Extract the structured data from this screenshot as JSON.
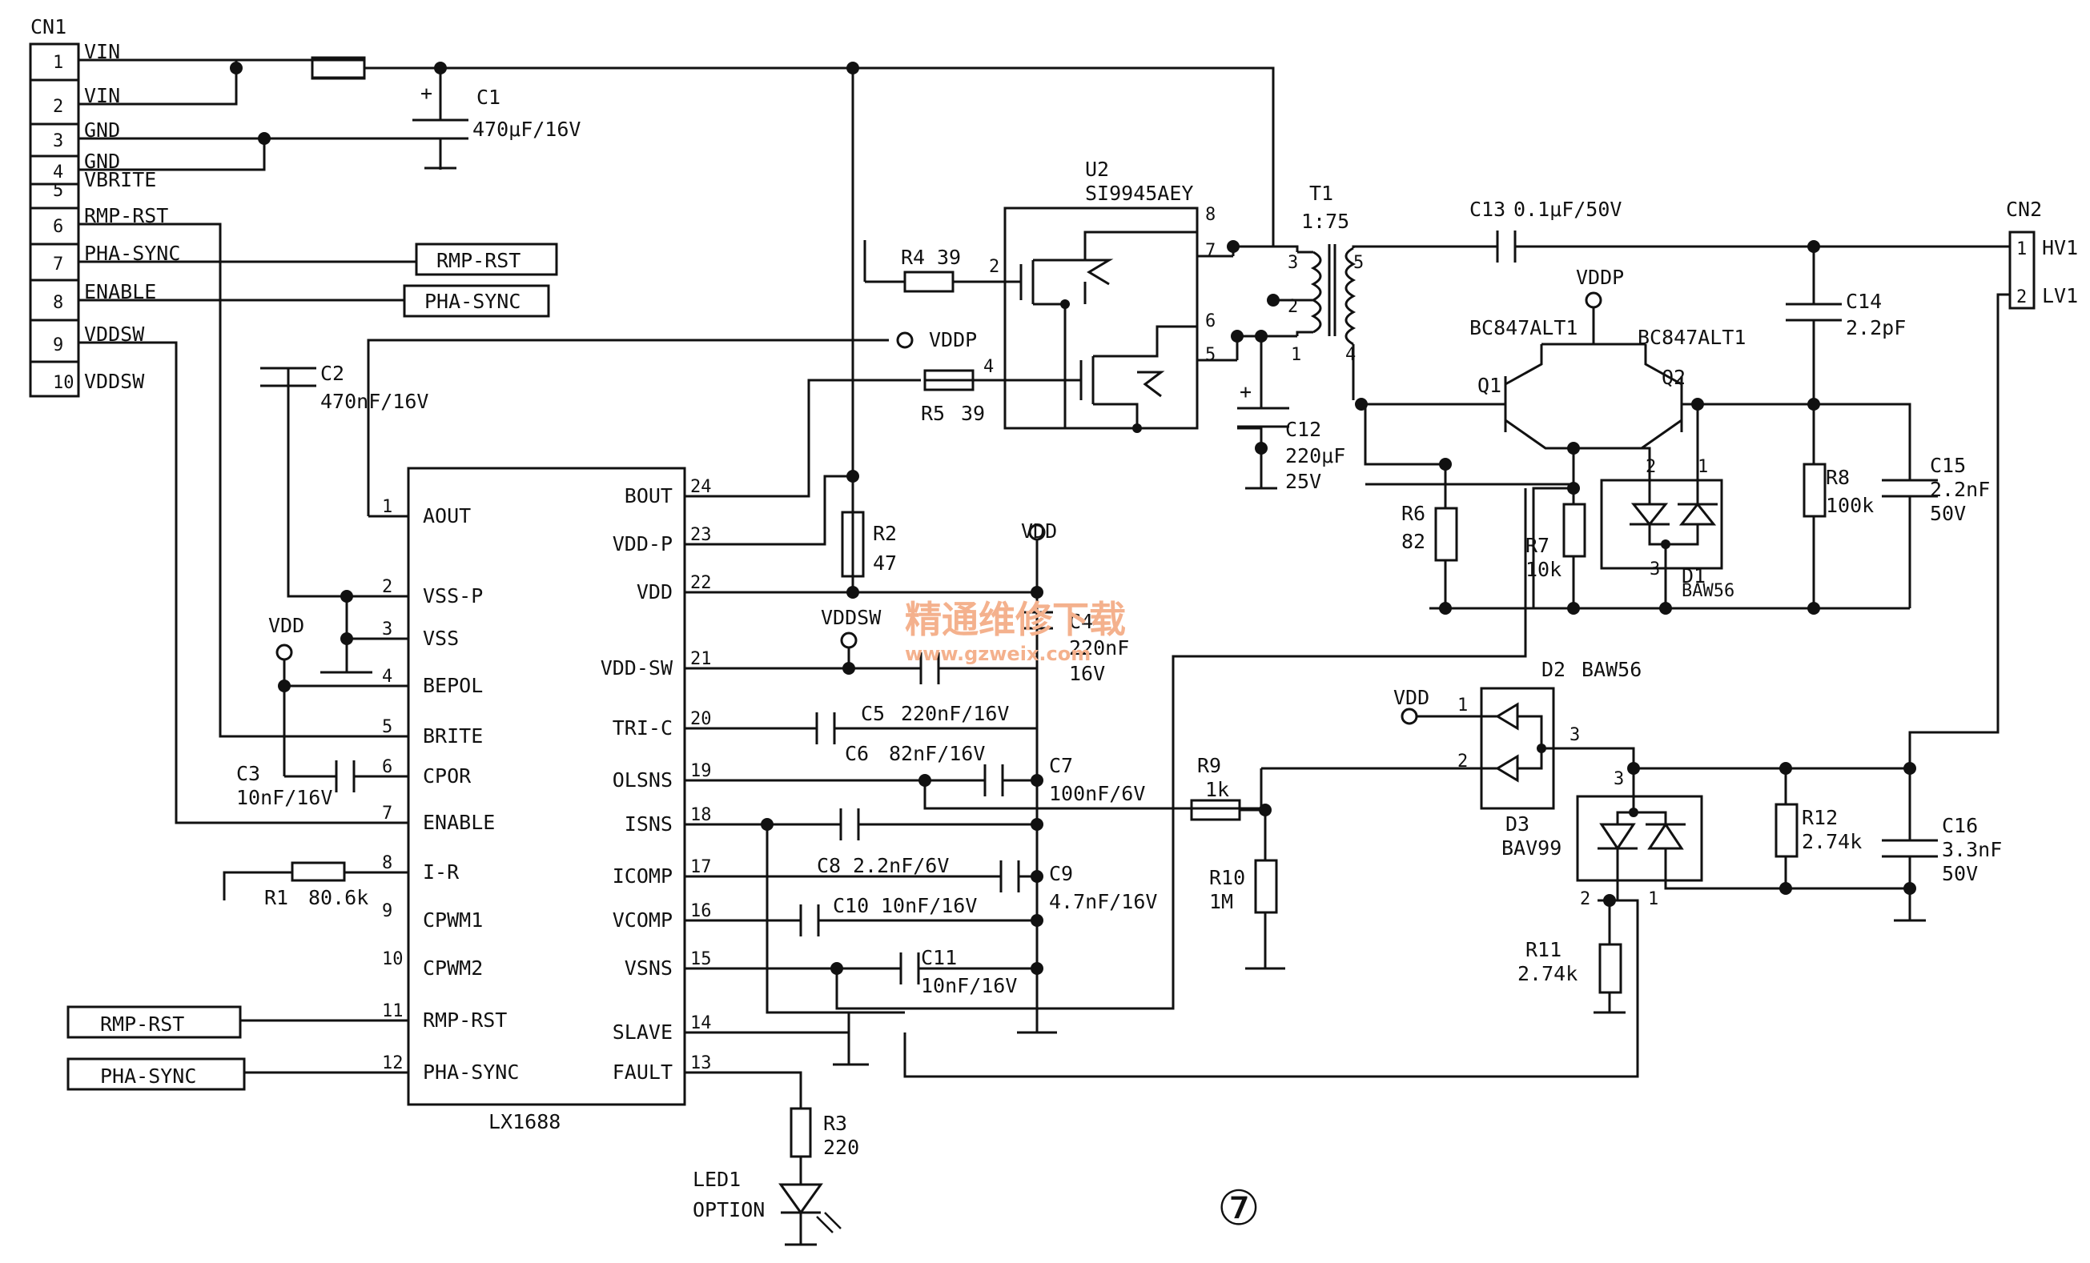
{
  "cn1": {
    "ref": "CN1",
    "pins": [
      {
        "num": "1",
        "name": "VIN"
      },
      {
        "num": "2",
        "name": "VIN"
      },
      {
        "num": "3",
        "name": "GND"
      },
      {
        "num": "4",
        "name": "GND"
      },
      {
        "num": "5",
        "name": "VBRITE"
      },
      {
        "num": "6",
        "name": "RMP-RST"
      },
      {
        "num": "7",
        "name": "PHA-SYNC"
      },
      {
        "num": "8",
        "name": "ENABLE"
      },
      {
        "num": "9",
        "name": "VDDSW"
      },
      {
        "num": "10",
        "name": ""
      }
    ]
  },
  "cn2": {
    "ref": "CN2",
    "pins": [
      {
        "num": "1",
        "name": "HV1"
      },
      {
        "num": "2",
        "name": "LV1"
      }
    ]
  },
  "ic": {
    "name": "LX1688",
    "left_pins": [
      {
        "num": "1",
        "name": "AOUT"
      },
      {
        "num": "2",
        "name": "VSS-P"
      },
      {
        "num": "3",
        "name": "VSS"
      },
      {
        "num": "4",
        "name": "BEPOL"
      },
      {
        "num": "5",
        "name": "BRITE"
      },
      {
        "num": "6",
        "name": "CPOR"
      },
      {
        "num": "7",
        "name": "ENABLE"
      },
      {
        "num": "8",
        "name": "I-R"
      },
      {
        "num": "9",
        "name": "CPWM1"
      },
      {
        "num": "10",
        "name": "CPWM2"
      },
      {
        "num": "11",
        "name": "RMP-RST"
      },
      {
        "num": "12",
        "name": "PHA-SYNC"
      }
    ],
    "right_pins": [
      {
        "num": "24",
        "name": "BOUT"
      },
      {
        "num": "23",
        "name": "VDD-P"
      },
      {
        "num": "22",
        "name": "VDD"
      },
      {
        "num": "21",
        "name": "VDD-SW"
      },
      {
        "num": "20",
        "name": "TRI-C"
      },
      {
        "num": "19",
        "name": "OLSNS"
      },
      {
        "num": "18",
        "name": "ISNS"
      },
      {
        "num": "17",
        "name": "ICOMP"
      },
      {
        "num": "16",
        "name": "VCOMP"
      },
      {
        "num": "15",
        "name": "VSNS"
      },
      {
        "num": "14",
        "name": "SLAVE"
      },
      {
        "num": "13",
        "name": "FAULT"
      }
    ]
  },
  "u2": {
    "ref": "U2",
    "part": "SI9945AEY",
    "pins": [
      "8",
      "7",
      "2",
      "6",
      "5",
      "4"
    ]
  },
  "t1": {
    "ref": "T1",
    "ratio": "1:75",
    "pins": [
      "3",
      "2",
      "1",
      "5",
      "4"
    ]
  },
  "nets": {
    "vddp": "VDDP",
    "vdd": "VDD",
    "vddsw": "VDDSW"
  },
  "tags": {
    "rmp": "RMP-RST",
    "pha": "PHA-SYNC"
  },
  "components": {
    "c1": {
      "ref": "C1",
      "val": "470μF/16V",
      "plus": "+"
    },
    "c2": {
      "ref": "C2",
      "val": "470nF/16V"
    },
    "c3": {
      "ref": "C3",
      "val": "10nF/16V"
    },
    "c4": {
      "ref": "C4",
      "val": "220nF",
      "val2": "16V"
    },
    "c5": {
      "ref": "C5",
      "val": "220nF/16V"
    },
    "c6": {
      "ref": "C6",
      "val": "82nF/16V"
    },
    "c7": {
      "ref": "C7",
      "val": "100nF/6V"
    },
    "c8": {
      "ref": "C8",
      "val": "2.2nF/6V"
    },
    "c9": {
      "ref": "C9",
      "val": "4.7nF/16V"
    },
    "c10": {
      "ref": "C10",
      "val": "10nF/16V"
    },
    "c11": {
      "ref": "C11",
      "val": "10nF/16V"
    },
    "c12": {
      "ref": "C12",
      "val": "220μF",
      "val2": "25V",
      "plus": "+"
    },
    "c13": {
      "ref": "C13",
      "val": "0.1μF/50V"
    },
    "c14": {
      "ref": "C14",
      "val": "2.2pF"
    },
    "c15": {
      "ref": "C15",
      "val": "2.2nF",
      "val2": "50V"
    },
    "c16": {
      "ref": "C16",
      "val": "3.3nF",
      "val2": "50V"
    },
    "r1": {
      "ref": "R1",
      "val": "80.6k"
    },
    "r2": {
      "ref": "R2",
      "val": "47"
    },
    "r3": {
      "ref": "R3",
      "val": "220"
    },
    "r4": {
      "ref": "R4",
      "val": "39"
    },
    "r5": {
      "ref": "R5",
      "val": "39"
    },
    "r6": {
      "ref": "R6",
      "val": "82"
    },
    "r7": {
      "ref": "R7",
      "val": "10k"
    },
    "r8": {
      "ref": "R8",
      "val": "100k"
    },
    "r9": {
      "ref": "R9",
      "val": "1k"
    },
    "r10": {
      "ref": "R10",
      "val": "1M"
    },
    "r11": {
      "ref": "R11",
      "val": "2.74k"
    },
    "r12": {
      "ref": "R12",
      "val": "2.74k"
    },
    "q1": {
      "ref": "Q1",
      "part": "BC847ALT1"
    },
    "q2": {
      "ref": "Q2",
      "part": "BC847ALT1"
    },
    "d1": {
      "ref": "D1",
      "part": "BAW56",
      "pins": [
        "2",
        "1",
        "3"
      ]
    },
    "d2": {
      "ref": "D2",
      "part": "BAW56",
      "pins": [
        "1",
        "2",
        "3"
      ]
    },
    "d3": {
      "ref": "D3",
      "part": "BAV99",
      "pins": [
        "3",
        "2",
        "1"
      ]
    },
    "led1": {
      "ref": "LED1",
      "val": "OPTION"
    }
  },
  "watermark": {
    "cn": "精通维修下载",
    "url": "www.gzweix.com"
  },
  "figure_no": "⑦"
}
